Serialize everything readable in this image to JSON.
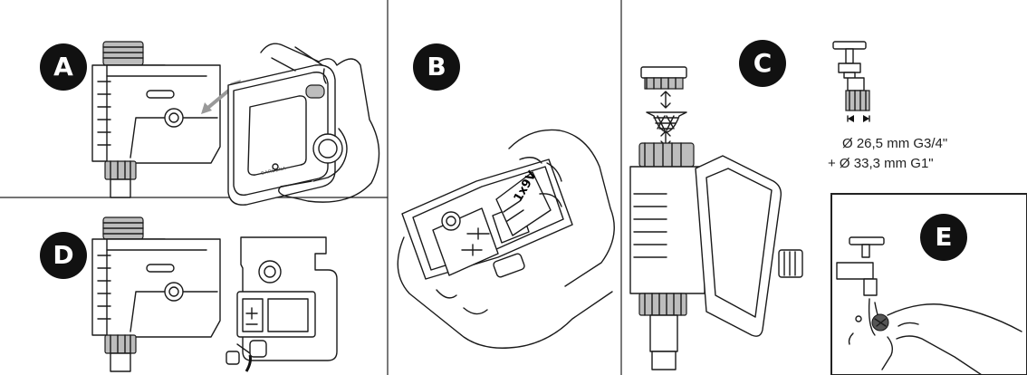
{
  "panels": [
    {
      "id": "A",
      "label": "A"
    },
    {
      "id": "B",
      "label": "B"
    },
    {
      "id": "C",
      "label": "C"
    },
    {
      "id": "D",
      "label": "D"
    },
    {
      "id": "E",
      "label": "E"
    }
  ],
  "battery_label": "1x9V",
  "brand": "GARDENA",
  "thread_specs": [
    "Ø 26,5 mm G3/4\"",
    "+ Ø 33,3 mm G1\""
  ],
  "polarity": {
    "minus": "–",
    "plus": "+"
  }
}
